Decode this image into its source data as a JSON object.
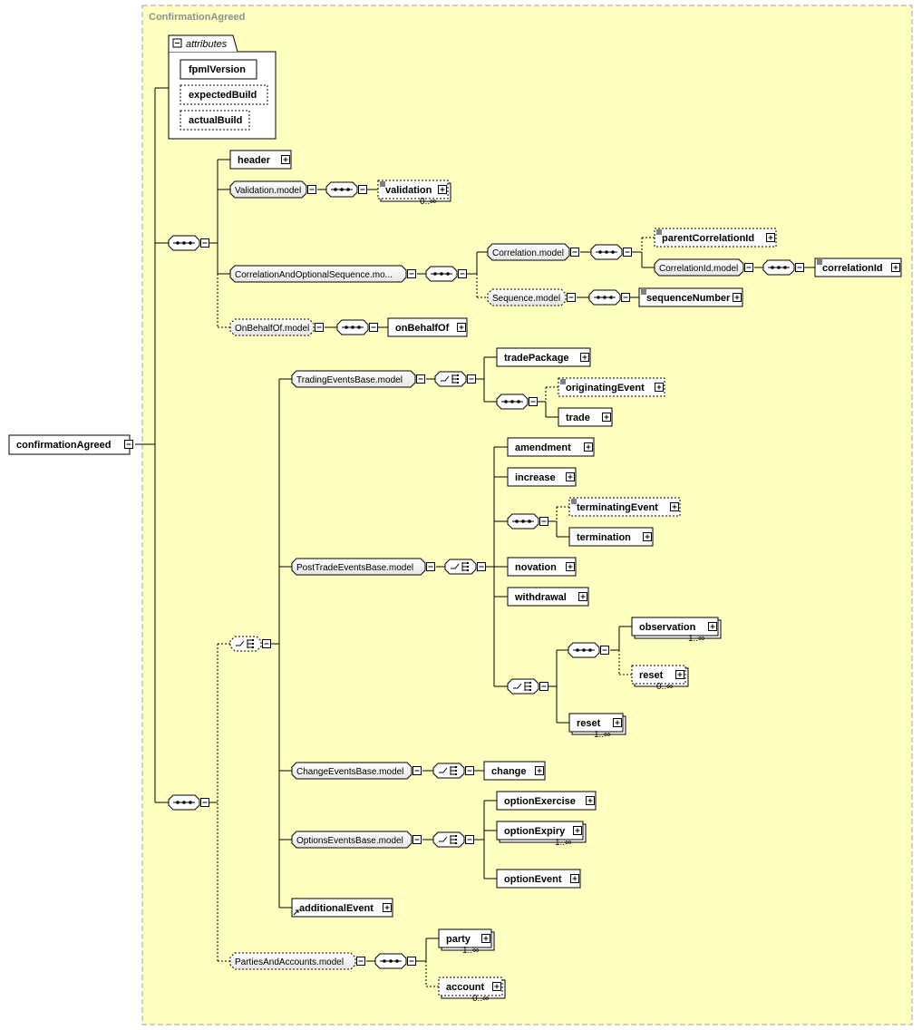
{
  "diagram": {
    "group_title": "ConfirmationAgreed",
    "root_label": "confirmationAgreed",
    "attributes": {
      "title": "attributes",
      "items": [
        "fpmlVersion",
        "expectedBuild",
        "actualBuild"
      ]
    },
    "elements": {
      "header": "header",
      "validation": "validation",
      "parentCorrelationId": "parentCorrelationId",
      "correlationId": "correlationId",
      "sequenceNumber": "sequenceNumber",
      "onBehalfOf": "onBehalfOf",
      "tradePackage": "tradePackage",
      "originatingEvent": "originatingEvent",
      "trade": "trade",
      "amendment": "amendment",
      "increase": "increase",
      "terminatingEvent": "terminatingEvent",
      "termination": "termination",
      "novation": "novation",
      "withdrawal": "withdrawal",
      "observation": "observation",
      "reset_optional": "reset",
      "reset_required": "reset",
      "change": "change",
      "optionExercise": "optionExercise",
      "optionExpiry": "optionExpiry",
      "optionEvent": "optionEvent",
      "additionalEvent": "additionalEvent",
      "party": "party",
      "account": "account"
    },
    "groups": {
      "validation_model": "Validation.model",
      "correlation_seq_model": "CorrelationAndOptionalSequence.mo...",
      "correlation_model": "Correlation.model",
      "correlationid_model": "CorrelationId.model",
      "sequence_model": "Sequence.model",
      "onbehalfof_model": "OnBehalfOf.model",
      "trading_events_model": "TradingEventsBase.model",
      "posttrade_events_model": "PostTradeEventsBase.model",
      "change_events_model": "ChangeEventsBase.model",
      "options_events_model": "OptionsEventsBase.model",
      "parties_accounts_model": "PartiesAndAccounts.model"
    },
    "cardinalities": {
      "validation": "0..∞",
      "observation": "1..∞",
      "reset_optional": "0..∞",
      "reset_required": "1..∞",
      "optionExpiry": "1..∞",
      "party": "1..∞",
      "account": "0..∞"
    },
    "colors": {
      "group_fill": "#ffffc0",
      "group_border": "#a0a0a0",
      "title": "#909090"
    }
  }
}
